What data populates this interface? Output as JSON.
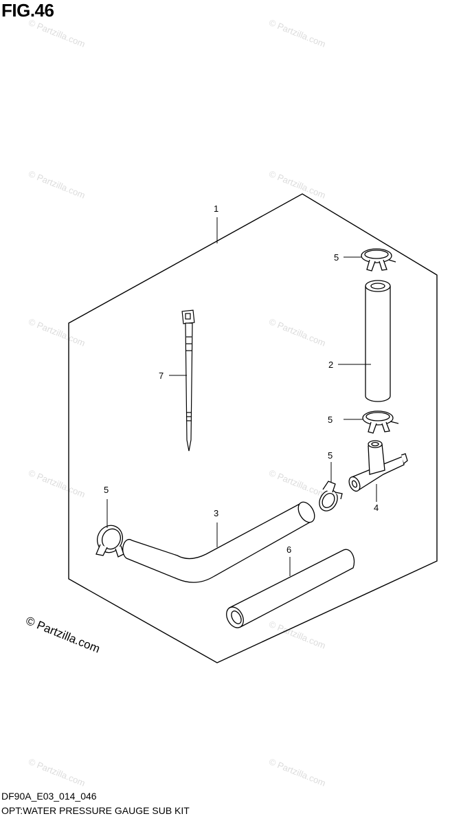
{
  "figure": {
    "title": "FIG.46",
    "code": "DF90A_E03_014_046",
    "description": "OPT:WATER PRESSURE GAUGE SUB KIT"
  },
  "copyright": "© Partzilla.com",
  "watermark": "© Partzilla.com",
  "callouts": {
    "c1": "1",
    "c2": "2",
    "c3": "3",
    "c4": "4",
    "c5a": "5",
    "c5b": "5",
    "c5c": "5",
    "c5d": "5",
    "c6": "6",
    "c7": "7"
  }
}
